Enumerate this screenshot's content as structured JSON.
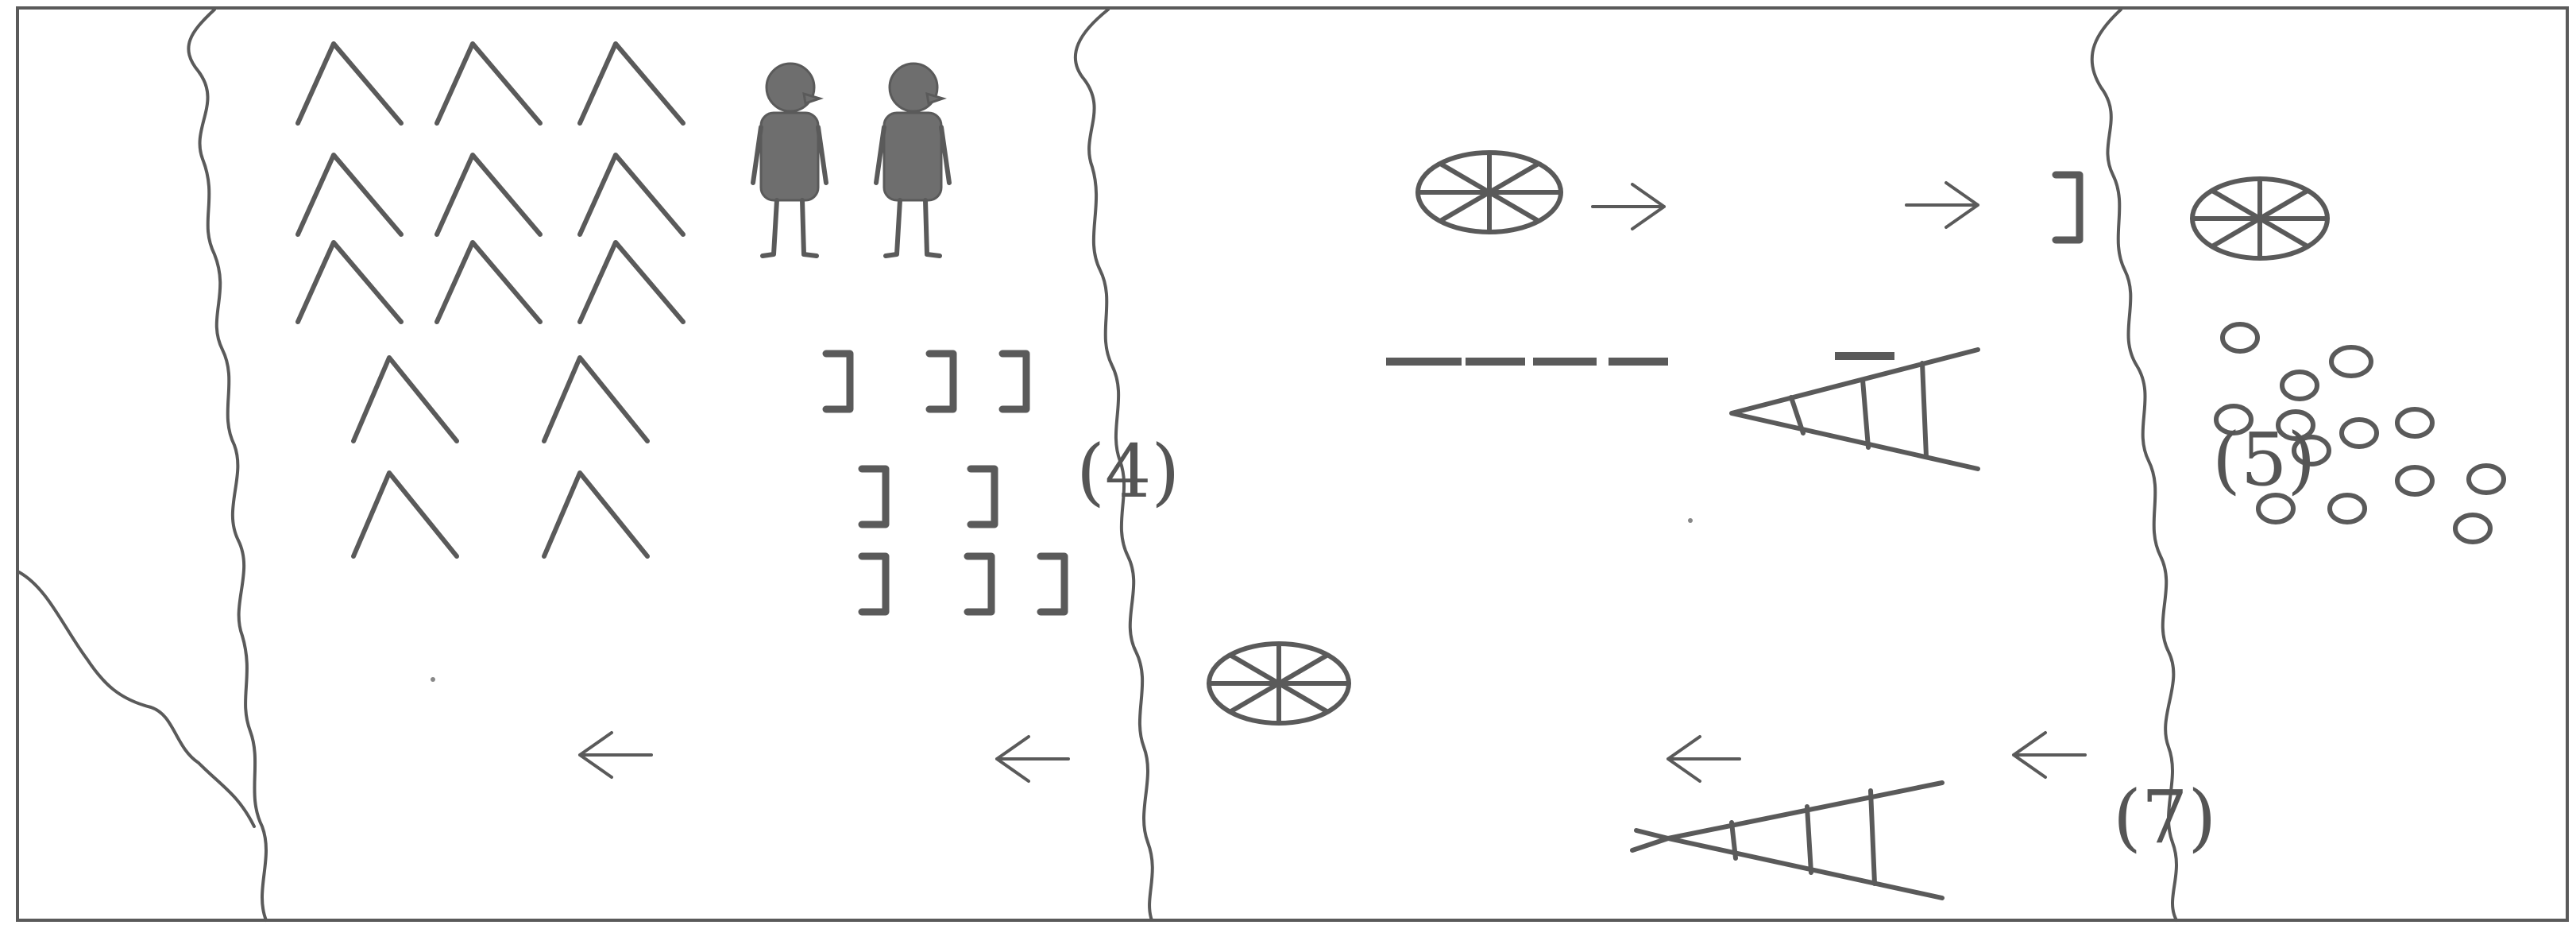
{
  "labels": {
    "marker_4": "(4)",
    "marker_5": "(5)",
    "marker_7": "(7)"
  },
  "colors": {
    "ink": "#5a5a5a",
    "figure_fill": "#6e6e6e",
    "background": "#ffffff"
  },
  "icons": [
    "peak-glyph",
    "human-figure",
    "bracket-glyph",
    "wheel-glyph",
    "arrow-right-glyph",
    "arrow-left-glyph",
    "dash-line",
    "ladder-glyph",
    "oval-glyph",
    "river-line"
  ]
}
